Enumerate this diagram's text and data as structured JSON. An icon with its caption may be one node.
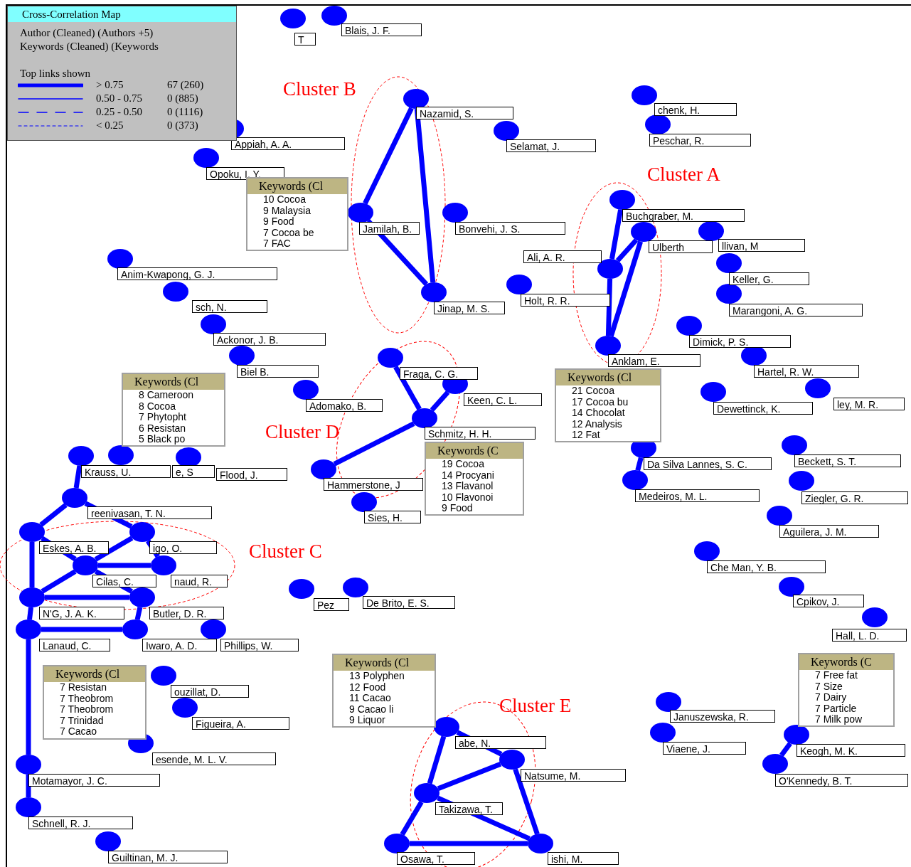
{
  "diagram": {
    "title": "Cross-Correlation Map",
    "nodes": [
      {
        "text": [
          "T"
        ]
      },
      {
        "text": [
          "Blais, J. F."
        ]
      },
      {
        "text": [
          "Appiah, A. A."
        ]
      },
      {
        "text": [
          "Opoku, I. Y."
        ]
      },
      {
        "text": [
          "Nazamid, S."
        ]
      },
      {
        "text": [
          "Selamat, J."
        ]
      },
      {
        "text": [
          "chenk, H."
        ]
      },
      {
        "text": [
          "Peschar, R."
        ]
      },
      {
        "text": [
          "Keywords (Cl",
          "10 Cocoa",
          "9 Malaysia",
          "9 Food",
          "7 Cocoa be",
          "7 FAC"
        ]
      },
      {
        "text": [
          "Buchgraber, M."
        ]
      },
      {
        "text": [
          "Ulberth"
        ]
      },
      {
        "text": [
          "llivan, M"
        ]
      },
      {
        "text": [
          "Keller, G."
        ]
      },
      {
        "text": [
          "Jamilah, B."
        ]
      },
      {
        "text": [
          "Bonvehi, J. S."
        ]
      },
      {
        "text": [
          "Anim-Kwapong, G. J."
        ]
      },
      {
        "text": [
          "Ali, A. R."
        ]
      },
      {
        "text": [
          "sch, N."
        ]
      },
      {
        "text": [
          "Jinap, M. S."
        ]
      },
      {
        "text": [
          "Holt, R. R."
        ]
      },
      {
        "text": [
          "Ackonor, J. B."
        ]
      },
      {
        "text": [
          "Marangoni, A. G."
        ]
      },
      {
        "text": [
          "Dimick, P. S."
        ]
      },
      {
        "text": [
          "Hartel, R. W."
        ]
      },
      {
        "text": [
          "Anklam, E."
        ]
      },
      {
        "text": [
          "Biel B."
        ]
      },
      {
        "text": [
          "Fraga, C. G."
        ]
      },
      {
        "text": [
          "Keywords (Cl",
          "21 Cocoa",
          "17 Cocoa bu",
          "14 Chocolat",
          "12 Analysis",
          "12 Fat"
        ]
      },
      {
        "text": [
          "Keywords (Cl",
          "8 Cameroon",
          "8 Cocoa",
          "7 Phytopht",
          "6 Resistan",
          "5 Black po"
        ]
      },
      {
        "text": [
          "Adomako, B."
        ]
      },
      {
        "text": [
          "Keen, C. L."
        ]
      },
      {
        "text": [
          "Dewettinck, K."
        ]
      },
      {
        "text": [
          "ley, M. R."
        ]
      },
      {
        "text": [
          "Schmitz, H. H."
        ]
      },
      {
        "text": [
          "Keywords (C",
          "19 Cocoa",
          "14 Procyani",
          "13 Flavanol",
          "10 Flavonoi",
          "9 Food"
        ]
      },
      {
        "text": [
          "Da Silva Lannes, S. C."
        ]
      },
      {
        "text": [
          "Beckett, S. T."
        ]
      },
      {
        "text": [
          "Krauss, U."
        ]
      },
      {
        "text": [
          "e, S"
        ]
      },
      {
        "text": [
          "Flood, J."
        ]
      },
      {
        "text": [
          "Hammerstone, J"
        ]
      },
      {
        "text": [
          "Sies, H."
        ]
      },
      {
        "text": [
          "Medeiros, M. L."
        ]
      },
      {
        "text": [
          "Ziegler, G. R."
        ]
      },
      {
        "text": [
          "reenivasan, T. N."
        ]
      },
      {
        "text": [
          "igo, O."
        ]
      },
      {
        "text": [
          "Aguilera, J. M."
        ]
      },
      {
        "text": [
          "Eskes, A. B."
        ]
      },
      {
        "text": [
          "naud, R."
        ]
      },
      {
        "text": [
          "Cilas, C."
        ]
      },
      {
        "text": [
          "Che Man, Y. B."
        ]
      },
      {
        "text": [
          "N'G, J. A. K."
        ]
      },
      {
        "text": [
          "Pez"
        ]
      },
      {
        "text": [
          "De Brito, E. S."
        ]
      },
      {
        "text": [
          "Cpikov, J."
        ]
      },
      {
        "text": [
          "Hall, L. D."
        ]
      },
      {
        "text": [
          "Butler, D. R."
        ]
      },
      {
        "text": [
          "Lanaud, C."
        ]
      },
      {
        "text": [
          "Iwaro, A. D."
        ]
      },
      {
        "text": [
          "Phillips, W."
        ]
      },
      {
        "text": [
          "Keywords (Cl",
          "7 Resistan",
          "7 Theobrom",
          "7 Theobrom",
          "7 Trinidad",
          "7 Cacao"
        ]
      },
      {
        "text": [
          "Keywords (Cl",
          "13 Polyphen",
          "12 Food",
          "11 Cacao",
          "9 Cacao li",
          "9 Liquor"
        ]
      },
      {
        "text": [
          "Keywords (C",
          "7 Free fat",
          "7 Size",
          "7 Dairy",
          "7 Particle",
          "7 Milk pow"
        ]
      },
      {
        "text": [
          "ouzillat, D."
        ]
      },
      {
        "text": [
          "Figueira, A."
        ]
      },
      {
        "text": [
          "Januszewska, R."
        ]
      },
      {
        "text": [
          "Viaene, J."
        ]
      },
      {
        "text": [
          "abe, N."
        ]
      },
      {
        "text": [
          "Natsume, M."
        ]
      },
      {
        "text": [
          "Takizawa, T."
        ]
      },
      {
        "text": [
          "Motamayor, J. C."
        ]
      },
      {
        "text": [
          "esende, M. L. V."
        ]
      },
      {
        "text": [
          "Keogh, M. K."
        ]
      },
      {
        "text": [
          "O'Kennedy, B. T."
        ]
      },
      {
        "text": [
          "Schnell, R. J."
        ]
      },
      {
        "text": [
          "Guiltinan, M. J."
        ]
      },
      {
        "text": [
          "Osawa, T."
        ]
      },
      {
        "text": [
          "ishi, M."
        ]
      }
    ],
    "edges": [
      {
        "from": 4,
        "to": 13,
        "arrow": "none"
      },
      {
        "from": 4,
        "to": 18,
        "arrow": "none"
      },
      {
        "from": 13,
        "to": 18,
        "arrow": "none"
      },
      {
        "from": 9,
        "to": 16,
        "arrow": "none"
      },
      {
        "from": 10,
        "to": 16,
        "arrow": "none"
      },
      {
        "from": 16,
        "to": 24,
        "arrow": "none"
      },
      {
        "from": 10,
        "to": 24,
        "arrow": "none"
      },
      {
        "from": 26,
        "to": 33,
        "arrow": "none"
      },
      {
        "from": 30,
        "to": 33,
        "arrow": "none"
      },
      {
        "from": 33,
        "to": 40,
        "arrow": "none"
      },
      {
        "from": 35,
        "to": 42,
        "arrow": "none"
      },
      {
        "from": 37,
        "to": 44,
        "arrow": "none"
      },
      {
        "from": 44,
        "to": 47,
        "arrow": "none"
      },
      {
        "from": 44,
        "to": 45,
        "arrow": "none"
      },
      {
        "from": 47,
        "to": 49,
        "arrow": "none"
      },
      {
        "from": 45,
        "to": 49,
        "arrow": "none"
      },
      {
        "from": 45,
        "to": 48,
        "arrow": "none"
      },
      {
        "from": 49,
        "to": 48,
        "arrow": "none"
      },
      {
        "from": 47,
        "to": 51,
        "arrow": "none"
      },
      {
        "from": 49,
        "to": 51,
        "arrow": "none"
      },
      {
        "from": 49,
        "to": 56,
        "arrow": "none"
      },
      {
        "from": 51,
        "to": 56,
        "arrow": "none"
      },
      {
        "from": 51,
        "to": 57,
        "arrow": "none"
      },
      {
        "from": 56,
        "to": 58,
        "arrow": "none"
      },
      {
        "from": 57,
        "to": 58,
        "arrow": "none"
      },
      {
        "from": 57,
        "to": 70,
        "arrow": "none"
      },
      {
        "from": 70,
        "to": 74,
        "arrow": "none"
      },
      {
        "from": 67,
        "to": 68,
        "arrow": "none"
      },
      {
        "from": 67,
        "to": 69,
        "arrow": "none"
      },
      {
        "from": 68,
        "to": 69,
        "arrow": "none"
      },
      {
        "from": 69,
        "to": 76,
        "arrow": "none"
      },
      {
        "from": 69,
        "to": 77,
        "arrow": "none"
      },
      {
        "from": 68,
        "to": 77,
        "arrow": "none"
      },
      {
        "from": 76,
        "to": 77,
        "arrow": "none"
      },
      {
        "from": 72,
        "to": 73,
        "arrow": "none"
      }
    ],
    "labels": [
      "Author (Cleaned) (Authors +5)",
      "Keywords (Cleaned) (Keywords",
      "Top links shown",
      "67 (260)",
      "0 (885)",
      "0 (1116)",
      "0 (373)",
      "Cluster B",
      "Cluster A",
      "Cluster D",
      "Cluster C",
      "Cluster E"
    ],
    "legend": [
      {
        "text": "> 0.75"
      },
      {
        "text": "0.50 - 0.75"
      },
      {
        "text": "0.25 - 0.50"
      },
      {
        "text": "< 0.25"
      }
    ]
  }
}
